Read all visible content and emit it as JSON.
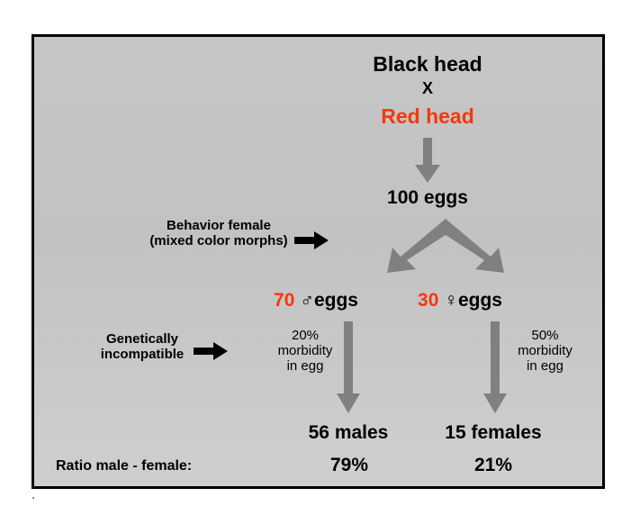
{
  "diagram": {
    "title_block": {
      "parent1": "Black head",
      "cross_symbol": "X",
      "parent2": "Red head",
      "parent2_color": "#f4380c"
    },
    "eggs_total": "100 eggs",
    "annotations": {
      "behavior_line1": "Behavior female",
      "behavior_line2": "(mixed color morphs)",
      "genetics_line1": "Genetically",
      "genetics_line2": "incompatible"
    },
    "branches": [
      {
        "count": "70",
        "sex_symbol": "♂",
        "eggs_label": "eggs",
        "morbidity_pct": "20%",
        "morbidity_line2": "morbidity",
        "morbidity_line3": "in egg",
        "result": "56 males",
        "ratio": "79%"
      },
      {
        "count": "30",
        "sex_symbol": "♀",
        "eggs_label": "eggs",
        "morbidity_pct": "50%",
        "morbidity_line2": "morbidity",
        "morbidity_line3": "in egg",
        "result": "15 females",
        "ratio": "21%"
      }
    ],
    "ratio_label": "Ratio male - female:",
    "colors": {
      "accent_red": "#f4380c",
      "arrow_gray": "#808080",
      "panel_bg": "#c4c4c4",
      "border": "#000000"
    }
  }
}
